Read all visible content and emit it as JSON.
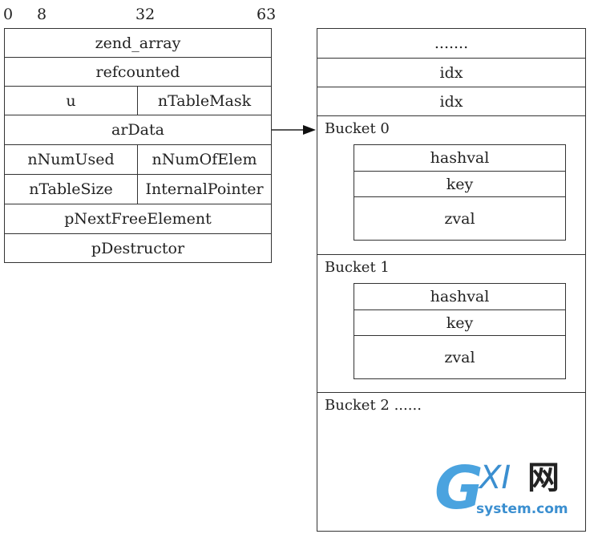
{
  "bit_offsets": [
    "0",
    "8",
    "32",
    "63"
  ],
  "zend_array": {
    "title": "zend_array",
    "refcounted": "refcounted",
    "u": "u",
    "nTableMask": "nTableMask",
    "arData": "arData",
    "nNumUsed": "nNumUsed",
    "nNumOfElem": "nNumOfElem",
    "nTableSize": "nTableSize",
    "InternalPointer": "InternalPointer",
    "pNextFreeElement": "pNextFreeElement",
    "pDestructor": "pDestructor"
  },
  "hash_area": {
    "top": ".......",
    "idx_1": "idx",
    "idx_2": "idx",
    "buckets": [
      {
        "title": "Bucket 0",
        "hashval": "hashval",
        "key": "key",
        "zval": "zval"
      },
      {
        "title": "Bucket 1",
        "hashval": "hashval",
        "key": "key",
        "zval": "zval"
      },
      {
        "title": "Bucket 2 ......"
      }
    ]
  },
  "watermark": {
    "logo": "GXI网",
    "site": "system.com"
  }
}
